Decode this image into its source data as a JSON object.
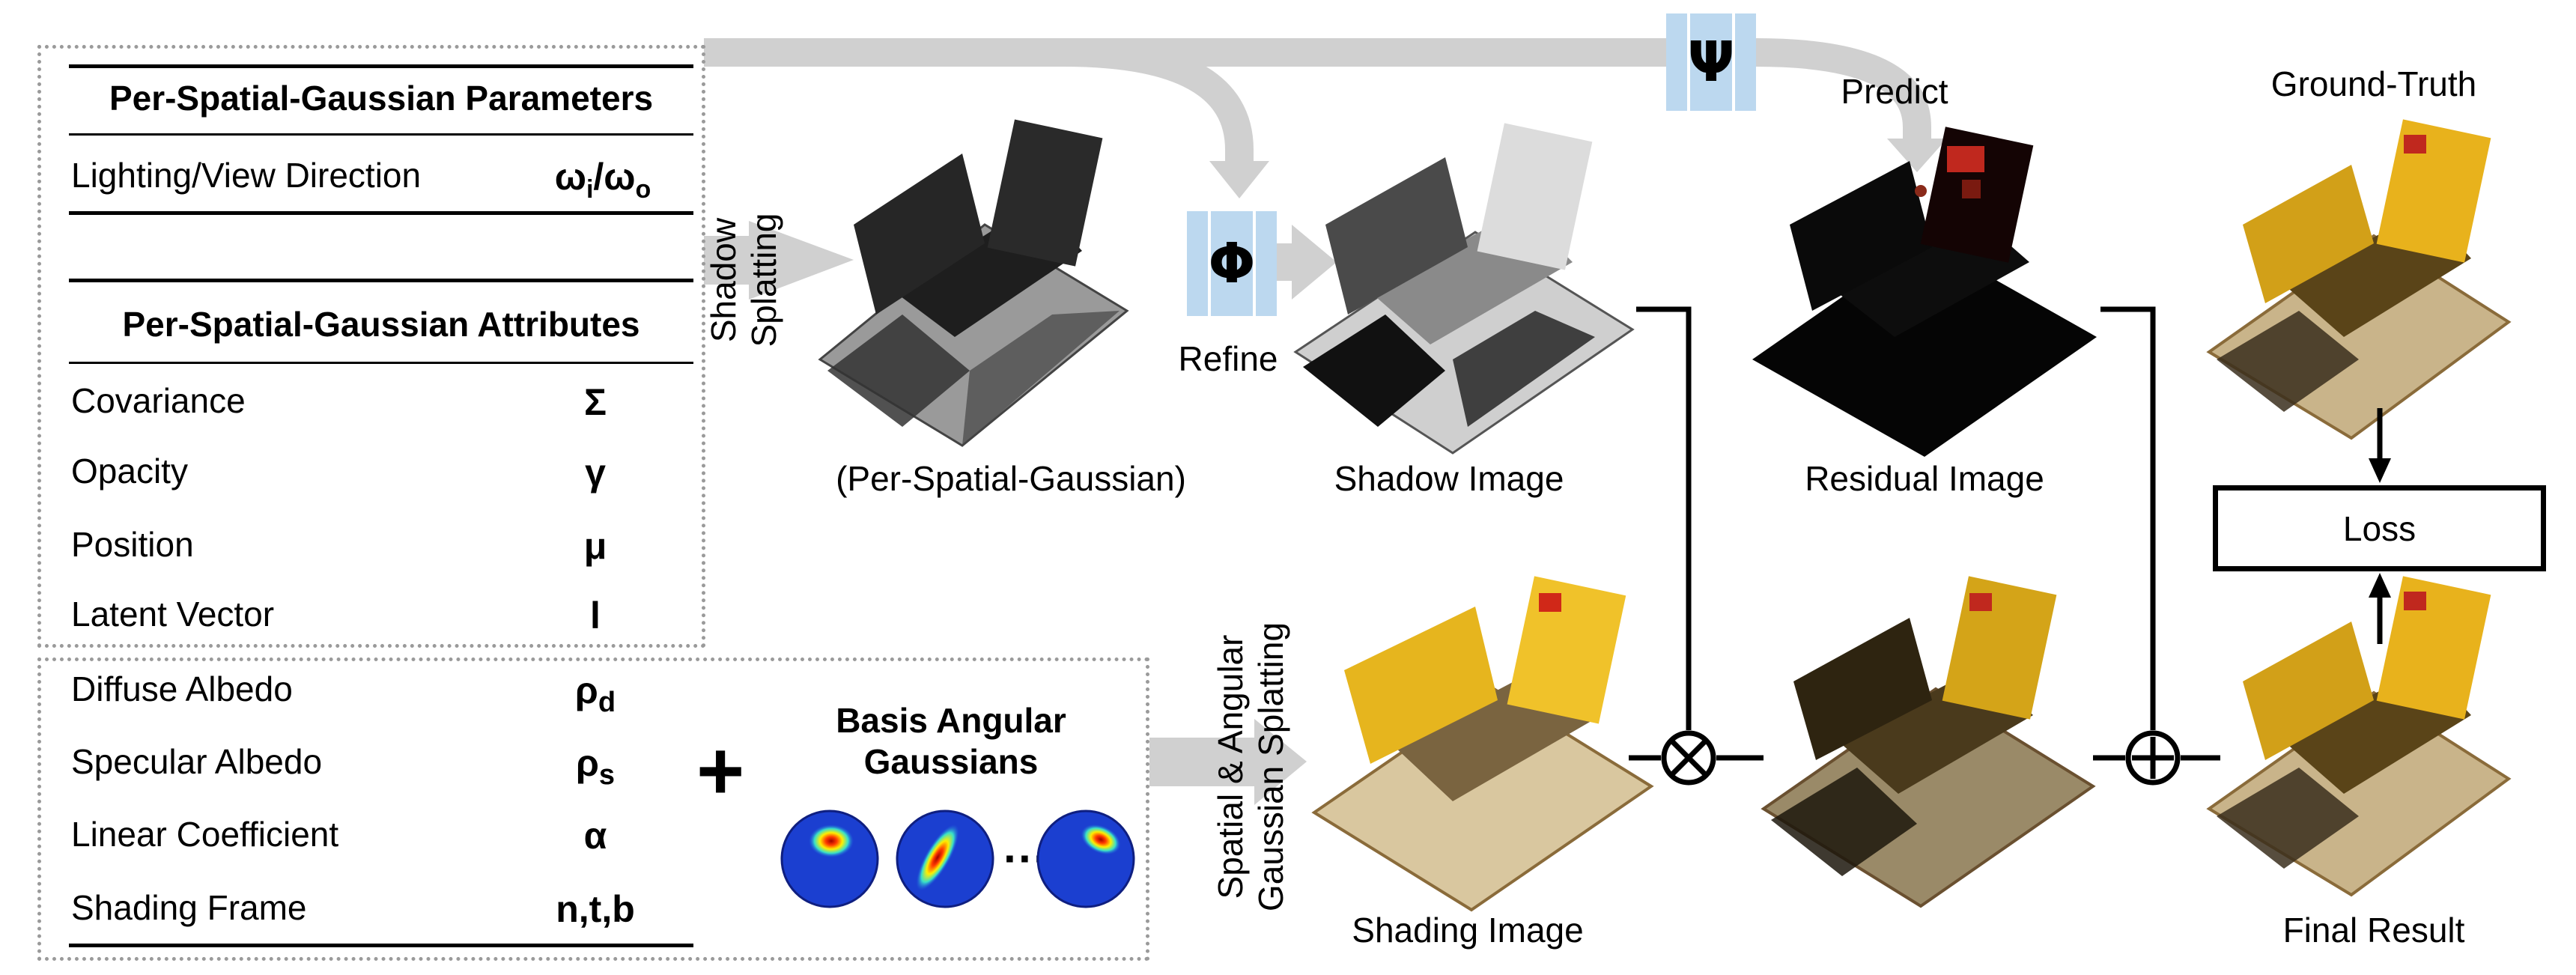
{
  "parameters_table": {
    "title": "Per-Spatial-Gaussian Parameters",
    "rows": [
      {
        "label": "Lighting/View Direction",
        "symbol": "ωᵢ/ωₒ"
      }
    ]
  },
  "attributes_table": {
    "title": "Per-Spatial-Gaussian Attributes",
    "rows": [
      {
        "label": "Covariance",
        "symbol": "Σ"
      },
      {
        "label": "Opacity",
        "symbol": "γ"
      },
      {
        "label": "Position",
        "symbol": "μ"
      },
      {
        "label": "Latent Vector",
        "symbol": "l"
      }
    ]
  },
  "material_table": {
    "rows": [
      {
        "label": "Diffuse Albedo",
        "symbol": "ρd"
      },
      {
        "label": "Specular Albedo",
        "symbol": "ρs"
      },
      {
        "label": "Linear Coefficient",
        "symbol": "α"
      },
      {
        "label": "Shading Frame",
        "symbol": "n,t,b"
      }
    ]
  },
  "basis": {
    "plus": "+",
    "title_line1": "Basis Angular",
    "title_line2": "Gaussians",
    "ellipsis": "···"
  },
  "flow_labels": {
    "shadow_splatting_line1": "Shadow",
    "shadow_splatting_line2": "Splatting",
    "spatial_angular_line1": "Spatial & Angular",
    "spatial_angular_line2": "Gaussian Splatting",
    "refine": "Refine",
    "predict": "Predict",
    "phi": "Φ",
    "psi": "Ψ"
  },
  "captions": {
    "per_spatial_gaussian": "(Per-Spatial-Gaussian)",
    "shadow_image": "Shadow Image",
    "residual_image": "Residual Image",
    "ground_truth": "Ground-Truth",
    "shading_image": "Shading Image",
    "final_result": "Final Result"
  },
  "loss": {
    "label": "Loss"
  },
  "operators": {
    "multiply": "⊗",
    "add": "⊕"
  },
  "colors": {
    "arrow_gray": "#d0d0d0",
    "mlp_blue": "#bcd8ef",
    "dashed_border": "#9a9a9a",
    "lego_yellow": "#e8b21c",
    "baseplate_tan": "#c9b48a",
    "residual_red": "#c0281e"
  }
}
